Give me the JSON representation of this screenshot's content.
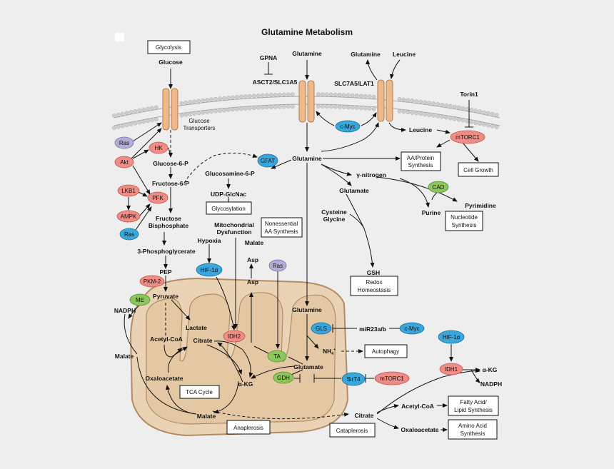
{
  "title": "Glutamine Metabolism",
  "colors": {
    "membrane_head": "#cfcfcf",
    "transporter": "#f0b98a",
    "mito_fill": "#ead3b5",
    "mito_stroke": "#b38c63",
    "blue": "#39a6dc",
    "red": "#ee8c86",
    "green": "#8dc65c",
    "purple": "#b3acd6"
  },
  "labels": {
    "glucose": "Glucose",
    "glucose_transporters_1": "Glucose",
    "glucose_transporters_2": "Transporters",
    "glucose6p": "Glucose-6-P",
    "fructose6p": "Fructose-6-P",
    "fructose_bp_1": "Fructose",
    "fructose_bp_2": "Bisphosphate",
    "pg3": "3-Phosphoglycerate",
    "pep": "PEP",
    "pyruvate": "Pyruvate",
    "nadph_left": "NADPH",
    "lactate": "Lactate",
    "acetylcoa_mito": "Acetyl-CoA",
    "citrate_mito": "Citrate",
    "oxaloacetate_mito": "Oxaloacetate",
    "akg_mito": "α-KG",
    "malate_mito": "Malate",
    "malate_left": "Malate",
    "glutamine_top": "Glutamine",
    "gpna": "GPNA",
    "asct2": "ASCT2/SLC1A5",
    "glutamine_out2": "Glutamine",
    "leucine_out": "Leucine",
    "slc7a5": "SLC7A5/LAT1",
    "torin1": "Torin1",
    "leucine_in": "Leucine",
    "glutamine_cyto": "Glutamine",
    "glucosamine6p": "Glucosamine-6-P",
    "udp_glcnac": "UDP-GlcNac",
    "gamma_nitrogen": "γ-nitrogen",
    "glutamate_cyto": "Glutamate",
    "purine": "Purine",
    "pyrimidine": "Pyrimidine",
    "cysteine": "Cysteine",
    "glycine": "Glycine",
    "gsh": "GSH",
    "mito_dysfunction_1": "Mitochondrial",
    "mito_dysfunction_2": "Dysfunction",
    "hypoxia": "Hypoxia",
    "malate_cyto": "Malate",
    "asp_upper": "Asp",
    "asp_lower": "Asp",
    "glutamine_mito": "Glutamine",
    "mir23": "miR23a/b",
    "nh4": "NH",
    "nh4_sub": "4",
    "nh4_sup": "+",
    "glutamate_mito": "Glutamate",
    "citrate_cyto": "Citrate",
    "acetylcoa_cyto": "Acetyl-CoA",
    "oxaloacetate_cyto": "Oxaloacetate",
    "akg_cyto": "α-KG",
    "nadph_right": "NADPH"
  },
  "pills": {
    "ras1": "Ras",
    "hk": "HK",
    "akt": "Akt",
    "lkb1": "LKB1",
    "pfk": "PFK",
    "ampk": "AMPK",
    "ras2": "Ras",
    "pkm2": "PKM-2",
    "me": "ME",
    "hif_left": "HIF-1α",
    "idh2": "IDH2",
    "ras_mito": "Ras",
    "ta": "TA",
    "gdh": "GDH",
    "gls": "GLS",
    "cmyc_top": "c-Myc",
    "cmyc_right": "c-Myc",
    "mtorc1_top": "mTORC1",
    "gfat": "GFAT",
    "cad": "CAD",
    "sirt4": "SirT4",
    "mtorc1_bottom": "mTORC1",
    "hif_right": "HIF-1α",
    "idh1": "IDH1"
  },
  "boxes": {
    "glycolysis": "Glycolysis",
    "glycosylation": "Glycosylation",
    "aa_protein_1": "AA/Protein",
    "aa_protein_2": "Synthesis",
    "cell_growth": "Cell Growth",
    "nonessential_1": "Nonessential",
    "nonessential_2": "AA Synthesis",
    "nucleotide_1": "Nucleotide",
    "nucleotide_2": "Synthesis",
    "redox_1": "Redox",
    "redox_2": "Homeostasis",
    "autophagy": "Autophagy",
    "tca": "TCA Cycle",
    "anaplerosis": "Anaplerosis",
    "cataplerosis": "Cataplerosis",
    "fatty_1": "Fatty Acid/",
    "fatty_2": "Lipid Synthesis",
    "amino_1": "Amino Acid",
    "amino_2": "Synthesis"
  }
}
